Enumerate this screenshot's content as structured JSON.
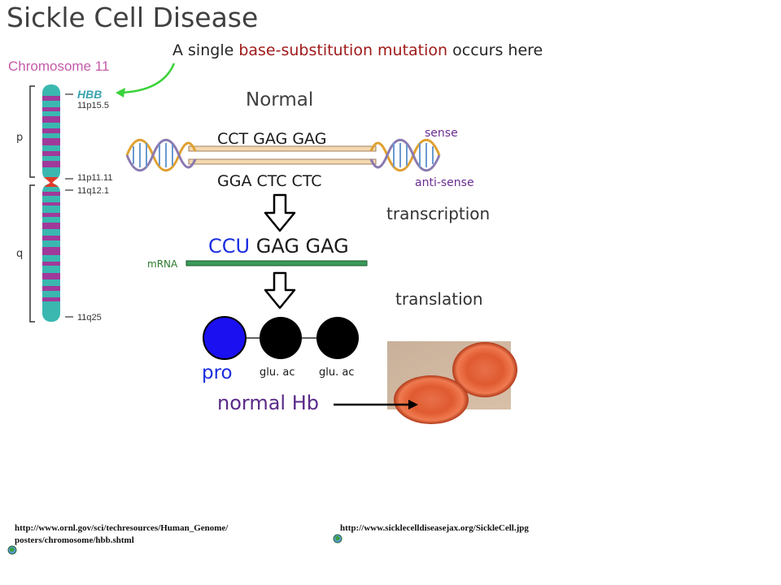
{
  "title": "Sickle Cell Disease",
  "chromosome": {
    "label": "Chromosome 11",
    "gene": "HBB",
    "bands": [
      "11p15.5",
      "11p11.11",
      "11q12.1",
      "11q25"
    ],
    "arm_p": "p",
    "arm_q": "q"
  },
  "mutation_note": {
    "prefix": "A single ",
    "highlight": "base-substitution mutation",
    "suffix": " occurs here"
  },
  "dna": {
    "heading": "Normal",
    "sense_sequence": "CCT GAG GAG",
    "antisense_sequence": "GGA CTC CTC",
    "sense_label": "sense",
    "antisense_label": "anti-sense"
  },
  "steps": {
    "transcription": "transcription",
    "translation": "translation"
  },
  "mrna": {
    "label": "mRNA",
    "codon1": "CCU",
    "rest": " GAG GAG"
  },
  "protein": {
    "aa1": "pro",
    "aa2": "glu. ac",
    "aa3": "glu. ac",
    "product": "normal Hb"
  },
  "references": {
    "ref1_line1": "http://www.ornl.gov/sci/techresources/Human_Genome/",
    "ref1_line2": "posters/chromosome/hbb.shtml",
    "ref2": "http://www.sicklecelldiseasejax.org/SickleCell.jpg"
  },
  "colors": {
    "mutation": "#a01a1a",
    "codon_highlight": "#1a2ee0",
    "chromosome_teal": "#3ab8b0",
    "chromosome_magenta": "#a03a9a",
    "mrna_bar": "#3a9a5a",
    "pointer_arrow": "#3ad23a"
  }
}
